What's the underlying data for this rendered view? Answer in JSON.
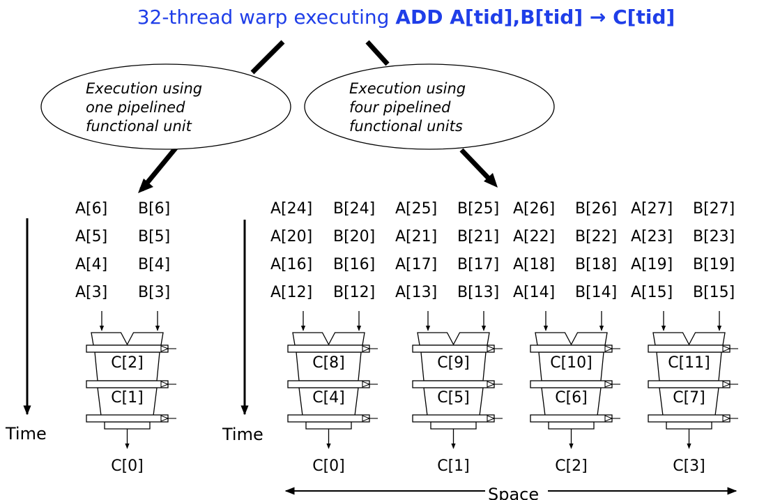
{
  "title": {
    "prefix": "32-thread warp executing ",
    "instruction": "ADD A[tid],B[tid]",
    "arrow": " → ",
    "result": "C[tid]"
  },
  "bubbles": {
    "left": [
      "Execution using",
      "one pipelined",
      "functional unit"
    ],
    "right": [
      "Execution using",
      "four pipelined",
      "functional units"
    ]
  },
  "time_label": "Time",
  "space_label": "Space",
  "single_unit": {
    "inputs": [
      [
        "A[6]",
        "B[6]"
      ],
      [
        "A[5]",
        "B[5]"
      ],
      [
        "A[4]",
        "B[4]"
      ],
      [
        "A[3]",
        "B[3]"
      ]
    ],
    "stages": [
      "C[2]",
      "C[1]"
    ],
    "output": "C[0]"
  },
  "four_units": {
    "inputs": [
      [
        "A[24]",
        "B[24]",
        "A[25]",
        "B[25]",
        "A[26]",
        "B[26]",
        "A[27]",
        "B[27]"
      ],
      [
        "A[20]",
        "B[20]",
        "A[21]",
        "B[21]",
        "A[22]",
        "B[22]",
        "A[23]",
        "B[23]"
      ],
      [
        "A[16]",
        "B[16]",
        "A[17]",
        "B[17]",
        "A[18]",
        "B[18]",
        "A[19]",
        "B[19]"
      ],
      [
        "A[12]",
        "B[12]",
        "A[13]",
        "B[13]",
        "A[14]",
        "B[14]",
        "A[15]",
        "B[15]"
      ]
    ],
    "units": [
      {
        "stages": [
          "C[8]",
          "C[4]"
        ],
        "output": "C[0]"
      },
      {
        "stages": [
          "C[9]",
          "C[5]"
        ],
        "output": "C[1]"
      },
      {
        "stages": [
          "C[10]",
          "C[6]"
        ],
        "output": "C[2]"
      },
      {
        "stages": [
          "C[11]",
          "C[7]"
        ],
        "output": "C[3]"
      }
    ]
  },
  "colors": {
    "title": "#1f3ee8",
    "ink": "#000000"
  }
}
